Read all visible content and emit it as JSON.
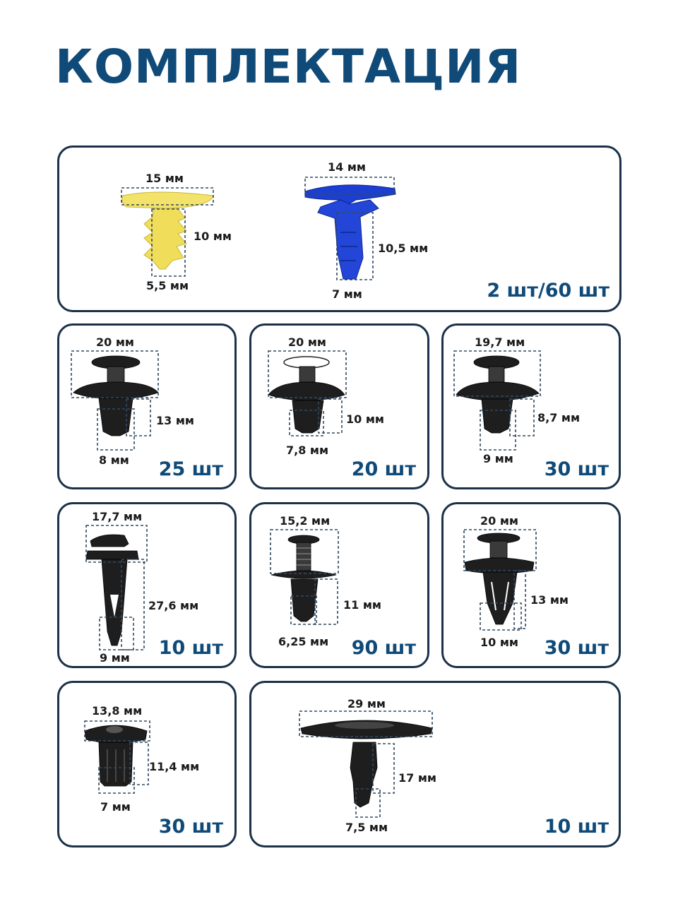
{
  "title": "КОМПЛЕКТАЦИЯ",
  "colors": {
    "accent": "#0f4a78",
    "border": "#1a3149",
    "yellow_part": "#f3e36a",
    "blue_part": "#1c3fd1"
  },
  "cards": {
    "c1": {
      "quantity": "2 шт/60 шт",
      "left": {
        "width": "15 мм",
        "height": "10 мм",
        "stem": "5,5 мм"
      },
      "right": {
        "width": "14 мм",
        "height": "10,5 мм",
        "stem": "7 мм"
      }
    },
    "c2": {
      "quantity": "25 шт",
      "width": "20 мм",
      "height": "13 мм",
      "stem": "8 мм"
    },
    "c3": {
      "quantity": "20 шт",
      "width": "20 мм",
      "height": "10 мм",
      "stem": "7,8 мм"
    },
    "c4": {
      "quantity": "30 шт",
      "width": "19,7 мм",
      "height": "8,7 мм",
      "stem": "9 мм"
    },
    "c5": {
      "quantity": "10 шт",
      "width": "17,7 мм",
      "height": "27,6 мм",
      "stem": "9 мм"
    },
    "c6": {
      "quantity": "90 шт",
      "width": "15,2 мм",
      "height": "11 мм",
      "stem": "6,25 мм"
    },
    "c7": {
      "quantity": "30 шт",
      "width": "20 мм",
      "height": "13 мм",
      "stem": "10 мм"
    },
    "c8": {
      "quantity": "30 шт",
      "width": "13,8 мм",
      "height": "11,4 мм",
      "stem": "7 мм"
    },
    "c9": {
      "quantity": "10 шт",
      "width": "29 мм",
      "height": "17 мм",
      "stem": "7,5 мм"
    }
  }
}
